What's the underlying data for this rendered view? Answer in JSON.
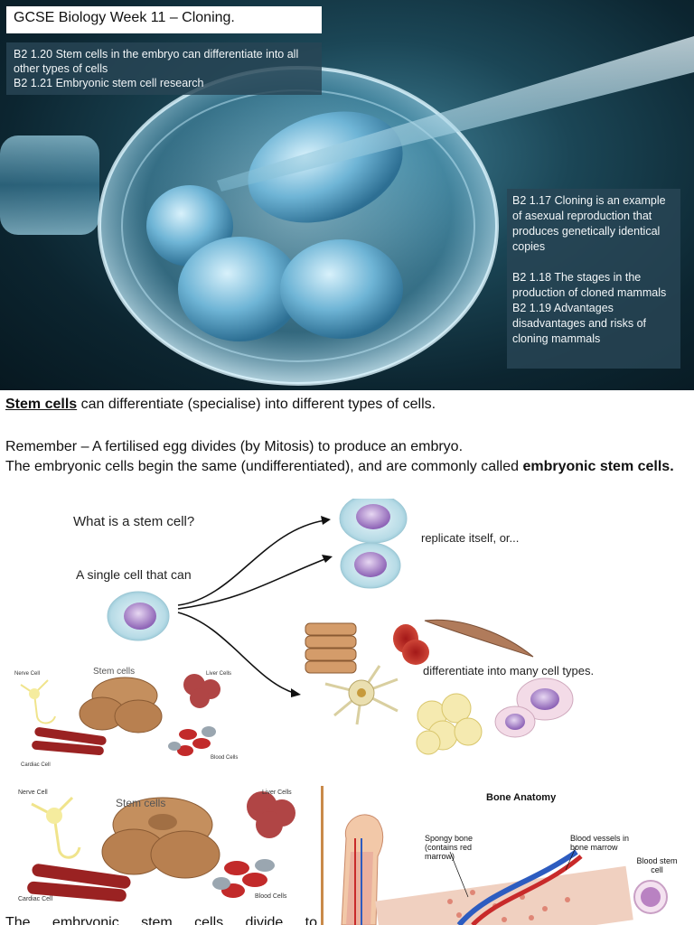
{
  "hero": {
    "title": "GCSE Biology Week 11 – Cloning.",
    "objectives_top": [
      "B2 1.20 Stem cells in the embryo can differentiate into all other types of cells",
      "B2 1.21 Embryonic  stem cell research"
    ],
    "objectives_right": [
      "B2 1.17 Cloning is an example of asexual reproduction  that produces genetically identical copies",
      "B2 1.18 The stages in the production  of cloned mammals",
      "B2 1.19 Advantages disadvantages and risks of cloning mammals"
    ]
  },
  "body": {
    "stem_cells_term": "Stem cells",
    "stem_cells_rest": " can differentiate (specialise) into different types of cells.",
    "remember": "Remember –  A fertilised egg divides (by Mitosis) to produce an embryo.",
    "embryonic_pre": "The embryonic cells begin the same (undifferentiated), and are commonly called ",
    "embryonic_bold": "embryonic stem cells."
  },
  "diagram": {
    "question": "What is a stem cell?",
    "single_cell": "A single cell that can",
    "replicate": "replicate itself, or...",
    "differentiate": "differentiate into many cell types."
  },
  "small_panel": {
    "nerve": "Nerve Cell",
    "stem": "Stem cells",
    "liver": "Liver Cells",
    "cardiac": "Cardiac Cell",
    "blood": "Blood Cells"
  },
  "bone": {
    "title": "Bone Anatomy",
    "spongy": "Spongy bone (contains red marrow)",
    "vessels": "Blood vessels in bone marrow",
    "stem": "Blood stem cell"
  },
  "bottom_text": "The embryonic stem cells divide to"
}
